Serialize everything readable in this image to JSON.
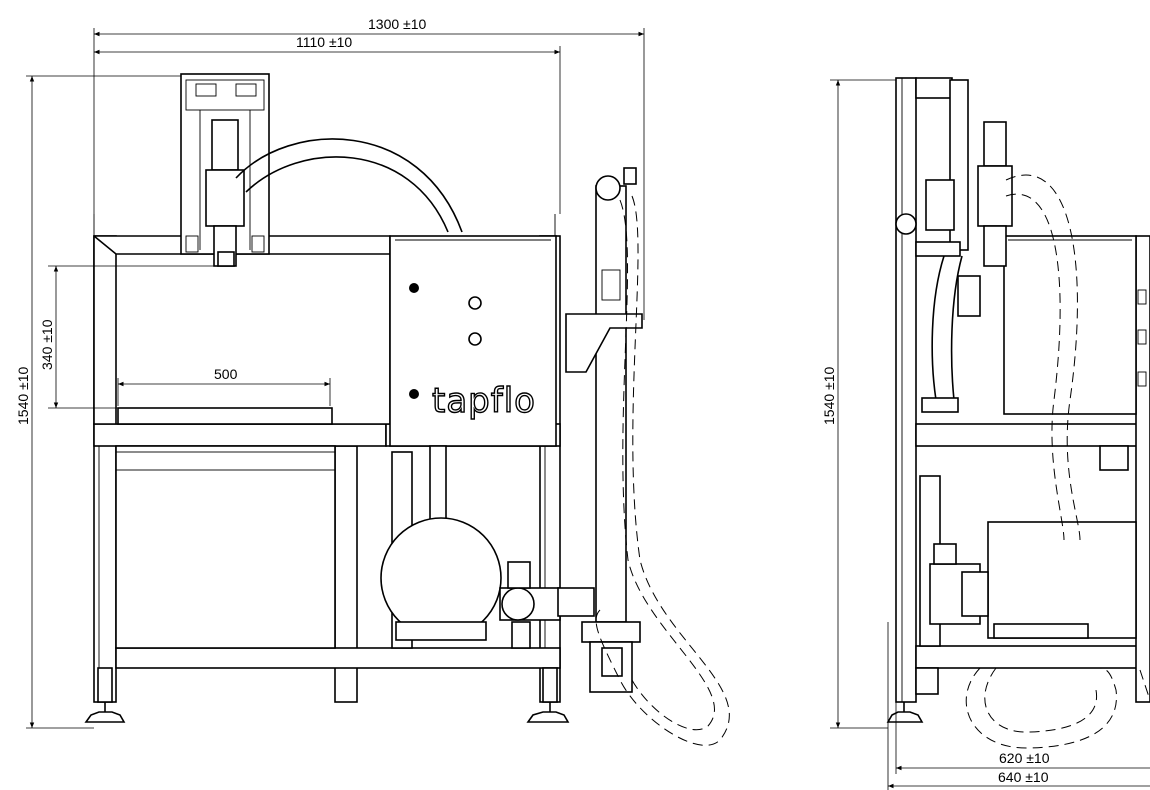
{
  "front_view": {
    "dim_width_outer": "1300 ±10",
    "dim_width_inner": "1110 ±10",
    "dim_height": "1540 ±10",
    "dim_height_tank": "340 ±10",
    "dim_tank_width": "500"
  },
  "side_view": {
    "dim_height": "1540 ±10",
    "dim_depth_inner": "620 ±10",
    "dim_depth_outer": "640 ±10"
  },
  "brand": {
    "logo_text": "tapflo"
  }
}
